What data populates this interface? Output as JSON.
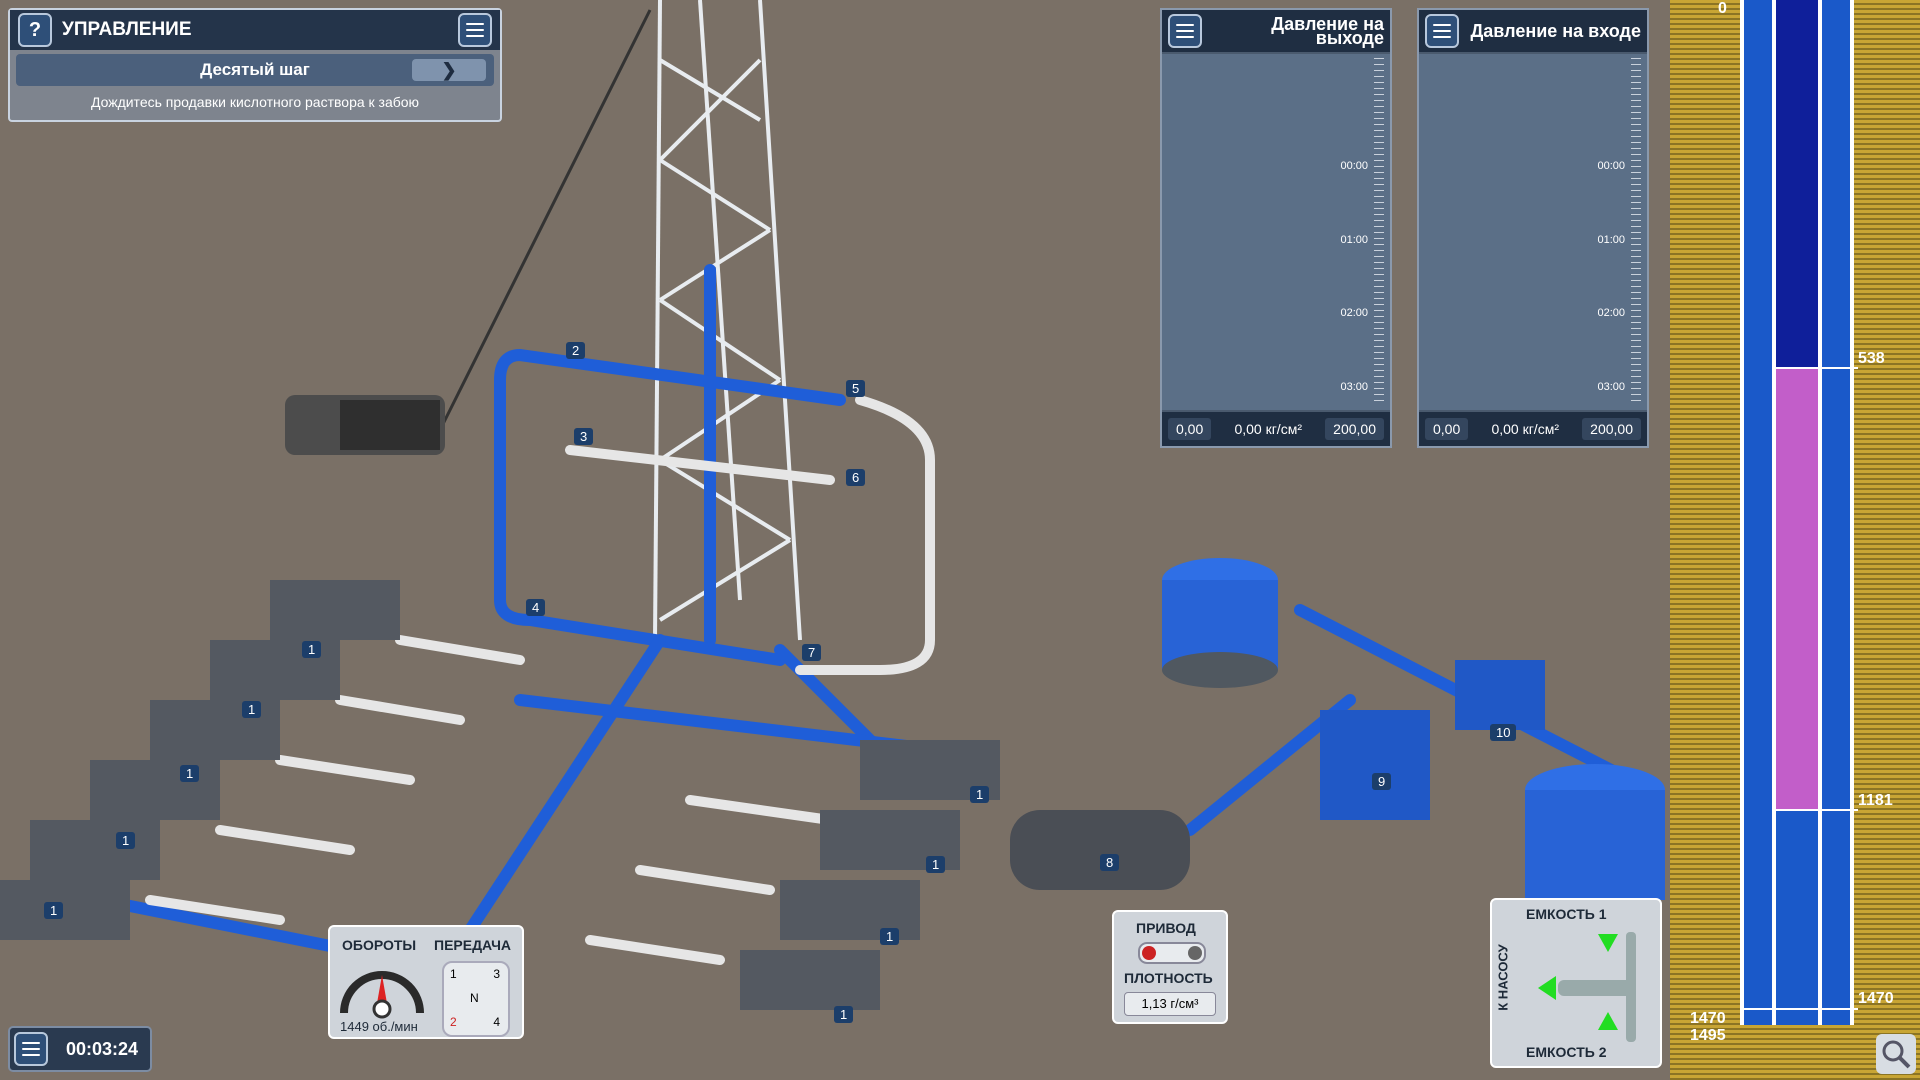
{
  "control": {
    "help_icon": "?",
    "title": "УПРАВЛЕНИЕ",
    "step_title": "Десятый шаг",
    "step_hint": "Дождитесь продавки кислотного раствора к забою"
  },
  "pressure_out": {
    "title_line1": "Давление на",
    "title_line2": "выходе",
    "times": [
      "00:00",
      "01:00",
      "02:00",
      "03:00"
    ],
    "min": "0,00",
    "current": "0,00 кг/см²",
    "max": "200,00"
  },
  "pressure_in": {
    "title": "Давление на входе",
    "times": [
      "00:00",
      "01:00",
      "02:00",
      "03:00"
    ],
    "min": "0,00",
    "current": "0,00 кг/см²",
    "max": "200,00"
  },
  "well": {
    "depth_top": "0",
    "depth_538": "538",
    "depth_1181": "1181",
    "depth_1470_left": "1470",
    "depth_1470_right": "1470",
    "depth_1495": "1495",
    "colors": {
      "fluid": "#1a59c9",
      "acid": "#c25ec9",
      "dark": "#0f1f9a",
      "column": "#c8a534"
    }
  },
  "timer": {
    "value": "00:03:24"
  },
  "rpm_gauge": {
    "label_rpm": "ОБОРОТЫ",
    "label_gear": "ПЕРЕДАЧА",
    "rpm_value": "1449 об./мин",
    "gears": [
      "1",
      "3",
      "N",
      "2",
      "4"
    ]
  },
  "drive_panel": {
    "label_drive": "ПРИВОД",
    "label_density": "ПЛОТНОСТЬ",
    "density": "1,13 г/см³"
  },
  "valve_panel": {
    "tank1": "ЕМКОСТЬ 1",
    "tank2": "ЕМКОСТЬ 2",
    "to_pump": "К НАСОСУ"
  },
  "scene_labels": {
    "v2": "2",
    "v3": "3",
    "v4": "4",
    "v5": "5",
    "v6": "6",
    "v7": "7",
    "p8": "8",
    "p9": "9",
    "p10": "10",
    "u1": "1",
    "u2": "1",
    "u3": "1",
    "u4": "1",
    "u5": "1",
    "u6": "1",
    "u7": "1",
    "u8": "1",
    "u9": "1"
  }
}
